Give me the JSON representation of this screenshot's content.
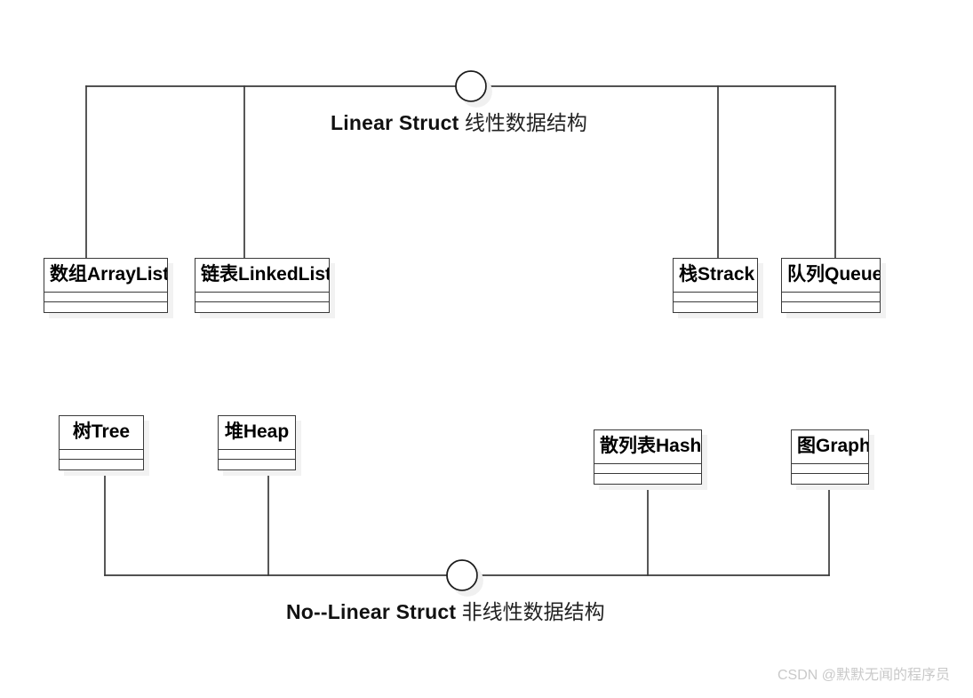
{
  "diagram": {
    "title": "Data Structure Classification Diagram",
    "background_color": "#ffffff",
    "line_color": "#3a3a3a",
    "shadow_color": "#f2f2f2",
    "groups": [
      {
        "id": "linear",
        "caption_en": "Linear Struct",
        "caption_zh": "线性数据结构",
        "connector": "circle-junction",
        "members": [
          "数组ArrayList",
          "链表LinkedList",
          "栈Strack",
          "队列Queue"
        ]
      },
      {
        "id": "nonlinear",
        "caption_en": "No--Linear Struct",
        "caption_zh": "非线性数据结构",
        "connector": "circle-junction",
        "members": [
          "树Tree",
          "堆Heap",
          "散列表Hash",
          "图Graph"
        ]
      }
    ],
    "nodes": [
      {
        "id": "arraylist",
        "zh": "数组",
        "en": "ArrayList"
      },
      {
        "id": "linkedlist",
        "zh": "链表",
        "en": "LinkedList"
      },
      {
        "id": "stack",
        "zh": "栈",
        "en": "Strack"
      },
      {
        "id": "queue",
        "zh": "队列",
        "en": "Queue"
      },
      {
        "id": "tree",
        "zh": "树",
        "en": "Tree"
      },
      {
        "id": "heap",
        "zh": "堆",
        "en": "Heap"
      },
      {
        "id": "hash",
        "zh": "散列表",
        "en": "Hash"
      },
      {
        "id": "graph",
        "zh": "图",
        "en": "Graph"
      }
    ]
  },
  "watermark": {
    "text": "CSDN @默默无闻的程序员"
  }
}
